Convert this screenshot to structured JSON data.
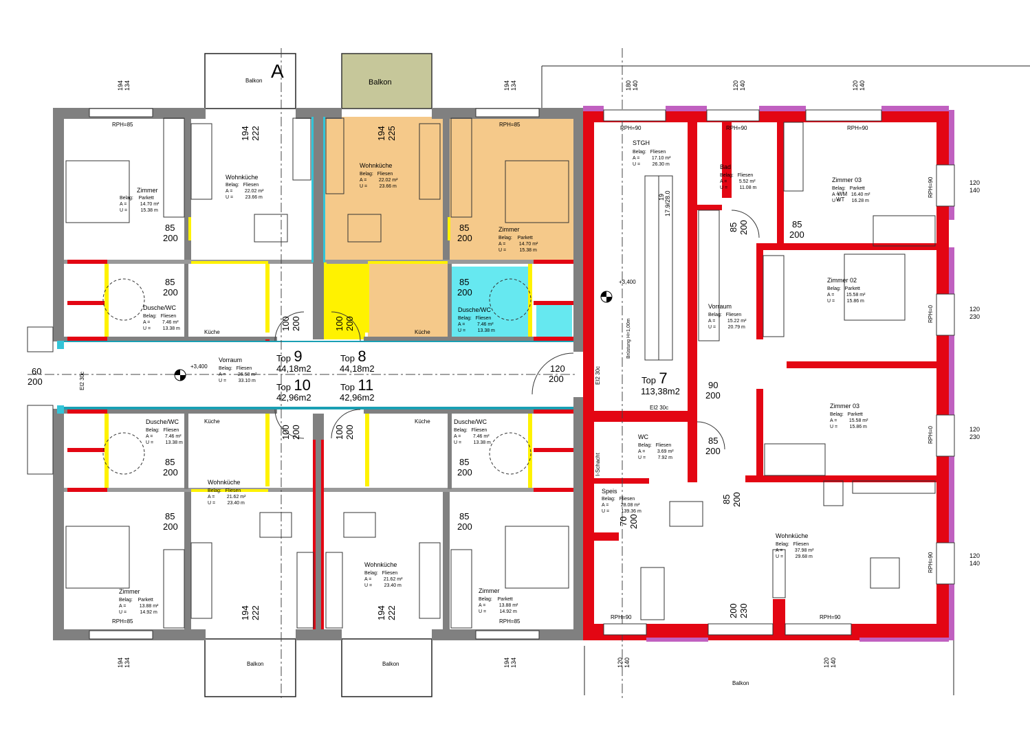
{
  "section_marker": "A",
  "units": [
    {
      "prefix": "Top",
      "number": "9",
      "area": "44,18m2"
    },
    {
      "prefix": "Top",
      "number": "8",
      "area": "44,18m2"
    },
    {
      "prefix": "Top",
      "number": "10",
      "area": "42,96m2"
    },
    {
      "prefix": "Top",
      "number": "11",
      "area": "42,96m2"
    },
    {
      "prefix": "Top",
      "number": "7",
      "area": "113,38m2"
    }
  ],
  "rooms": [
    {
      "name": "Zimmer",
      "details": "Belag:    Parkett\nA =          14.70 m²\nU =          15.38 m"
    },
    {
      "name": "Wohnküche",
      "details": "Belag:   Fliesen\nA =         22.02 m²\nU =         23.66 m"
    },
    {
      "name": "Wohnküche",
      "details": "Belag:   Fliesen\nA =         22.02 m²\nU =         23.66 m"
    },
    {
      "name": "Zimmer",
      "details": "Belag:    Parkett\nA =          14.70 m²\nU =          15.38 m"
    },
    {
      "name": "Dusche/WC",
      "details": "Belag:   Fliesen\nA =         7.46 m²\nU =         13.38 m"
    },
    {
      "name": "Dusche/WC",
      "details": "Belag:   Fliesen\nA =         7.46 m²\nU =         13.38 m"
    },
    {
      "name": "Vorraum",
      "details": "Belag:   Fliesen\nA =         26.68 m²\nU =         33.10 m"
    },
    {
      "name": "Dusche/WC",
      "details": "Belag:   Fliesen\nA =         7.46 m²\nU =         13.38 m"
    },
    {
      "name": "Dusche/WC",
      "details": "Belag:   Fliesen\nA =         7.46 m²\nU =         13.38 m"
    },
    {
      "name": "Wohnküche",
      "details": "Belag:   Fliesen\nA =         21.62 m²\nU =         23.40 m"
    },
    {
      "name": "Wohnküche",
      "details": "Belag:   Fliesen\nA =         21.62 m²\nU =         23.40 m"
    },
    {
      "name": "Zimmer",
      "details": "Belag:    Parkett\nA =          13.88 m²\nU =          14.92 m"
    },
    {
      "name": "Zimmer",
      "details": "Belag:    Parkett\nA =          13.88 m²\nU =          14.92 m"
    },
    {
      "name": "STGH",
      "details": "Belag:   Fliesen\nA =         17.10 m²\nU =         26.30 m"
    },
    {
      "name": "Bad",
      "details": "Belag:   Fliesen\nA =         5.52 m²\nU =         11.08 m"
    },
    {
      "name": "Zimmer 03",
      "details": "Belag:   Parkett\nA =         16.40 m²\nU =         16.28 m"
    },
    {
      "name": "Zimmer 02",
      "details": "Belag:   Parkett\nA =         15.58 m²\nU =         15.86 m"
    },
    {
      "name": "Vorraum",
      "details": "Belag:   Fliesen\nA =         15.22 m²\nU =         20.79 m"
    },
    {
      "name": "Zimmer 03",
      "details": "Belag:   Parkett\nA =         15.58 m²\nU =         15.86 m"
    },
    {
      "name": "WC",
      "details": "Belag:   Fliesen\nA =         3.69 m²\nU =         7.92 m"
    },
    {
      "name": "Speis",
      "details": "Belag:   Fliesen\nA =         28.08 m²\nU =         139.36 m"
    },
    {
      "name": "Wohnküche",
      "details": "Belag:   Fliesen\nA =         37.98 m²\nU =         29.68 m"
    }
  ],
  "labels": {
    "balkon": "Balkon",
    "kueche": "Küche",
    "rph85": "RPH=85",
    "rph90": "RPH=90",
    "rph0": "RPH=0",
    "ei2": "EI2 30c",
    "level": "+3,400",
    "bruestung": "Brüstung H=1,00m",
    "schacht": "I-Schacht",
    "wm": "WM",
    "wt": "WT"
  },
  "dims": {
    "d85": "85",
    "d200": "200",
    "d100": "100",
    "d120": "120",
    "d90": "90",
    "d194": "194",
    "d134": "134",
    "d222": "222",
    "d225": "225",
    "d180": "180",
    "d140": "140",
    "d230": "230",
    "d70": "70",
    "d60": "60",
    "stair": "17.9/28.0",
    "stair_n": "19"
  },
  "colors": {
    "wall_grey": "#808080",
    "wall_red": "#e30613",
    "fill_orange": "#f5c98a",
    "fill_cyan": "#66e8f0",
    "yellow": "#fff200",
    "magenta": "#c060c0",
    "balkon_green": "#c6c79a"
  }
}
